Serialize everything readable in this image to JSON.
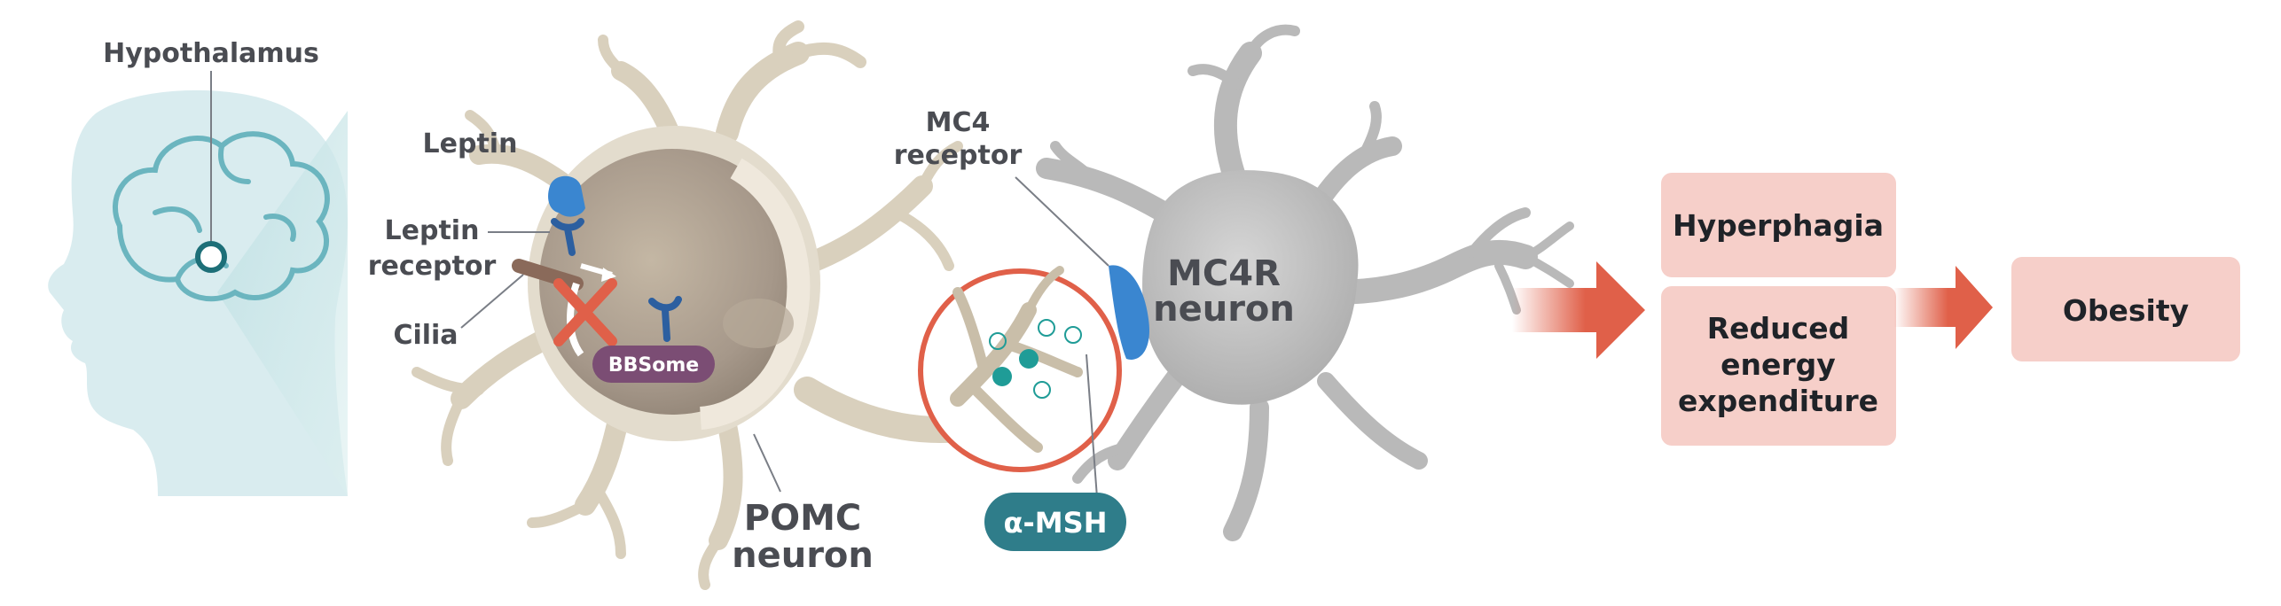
{
  "labels": {
    "hypothalamus": "Hypothalamus",
    "leptin": "Leptin",
    "leptin_receptor_line1": "Leptin",
    "leptin_receptor_line2": "receptor",
    "cilia": "Cilia",
    "bbsome": "BBSome",
    "pomc_line1": "POMC",
    "pomc_line2": "neuron",
    "mc4_line1": "MC4",
    "mc4_line2": "receptor",
    "mc4r_line1": "MC4R",
    "mc4r_line2": "neuron",
    "amsh": "α-MSH"
  },
  "outcomes": {
    "hyperphagia": "Hyperphagia",
    "reduced_line1": "Reduced",
    "reduced_line2": "energy",
    "reduced_line3": "expenditure",
    "obesity": "Obesity"
  },
  "colors": {
    "head": "#d7ebee",
    "brain_outline": "#6bb5bf",
    "neuron_tan": "#d9d0bd",
    "neuron_gray": "#b9b9b9",
    "receptor_blue": "#3a86d0",
    "bbsome_purple": "#7b4d74",
    "accent_red": "#e06049",
    "outcome_box": "#f6cfc9",
    "amsh_teal": "#2f7d8a"
  }
}
